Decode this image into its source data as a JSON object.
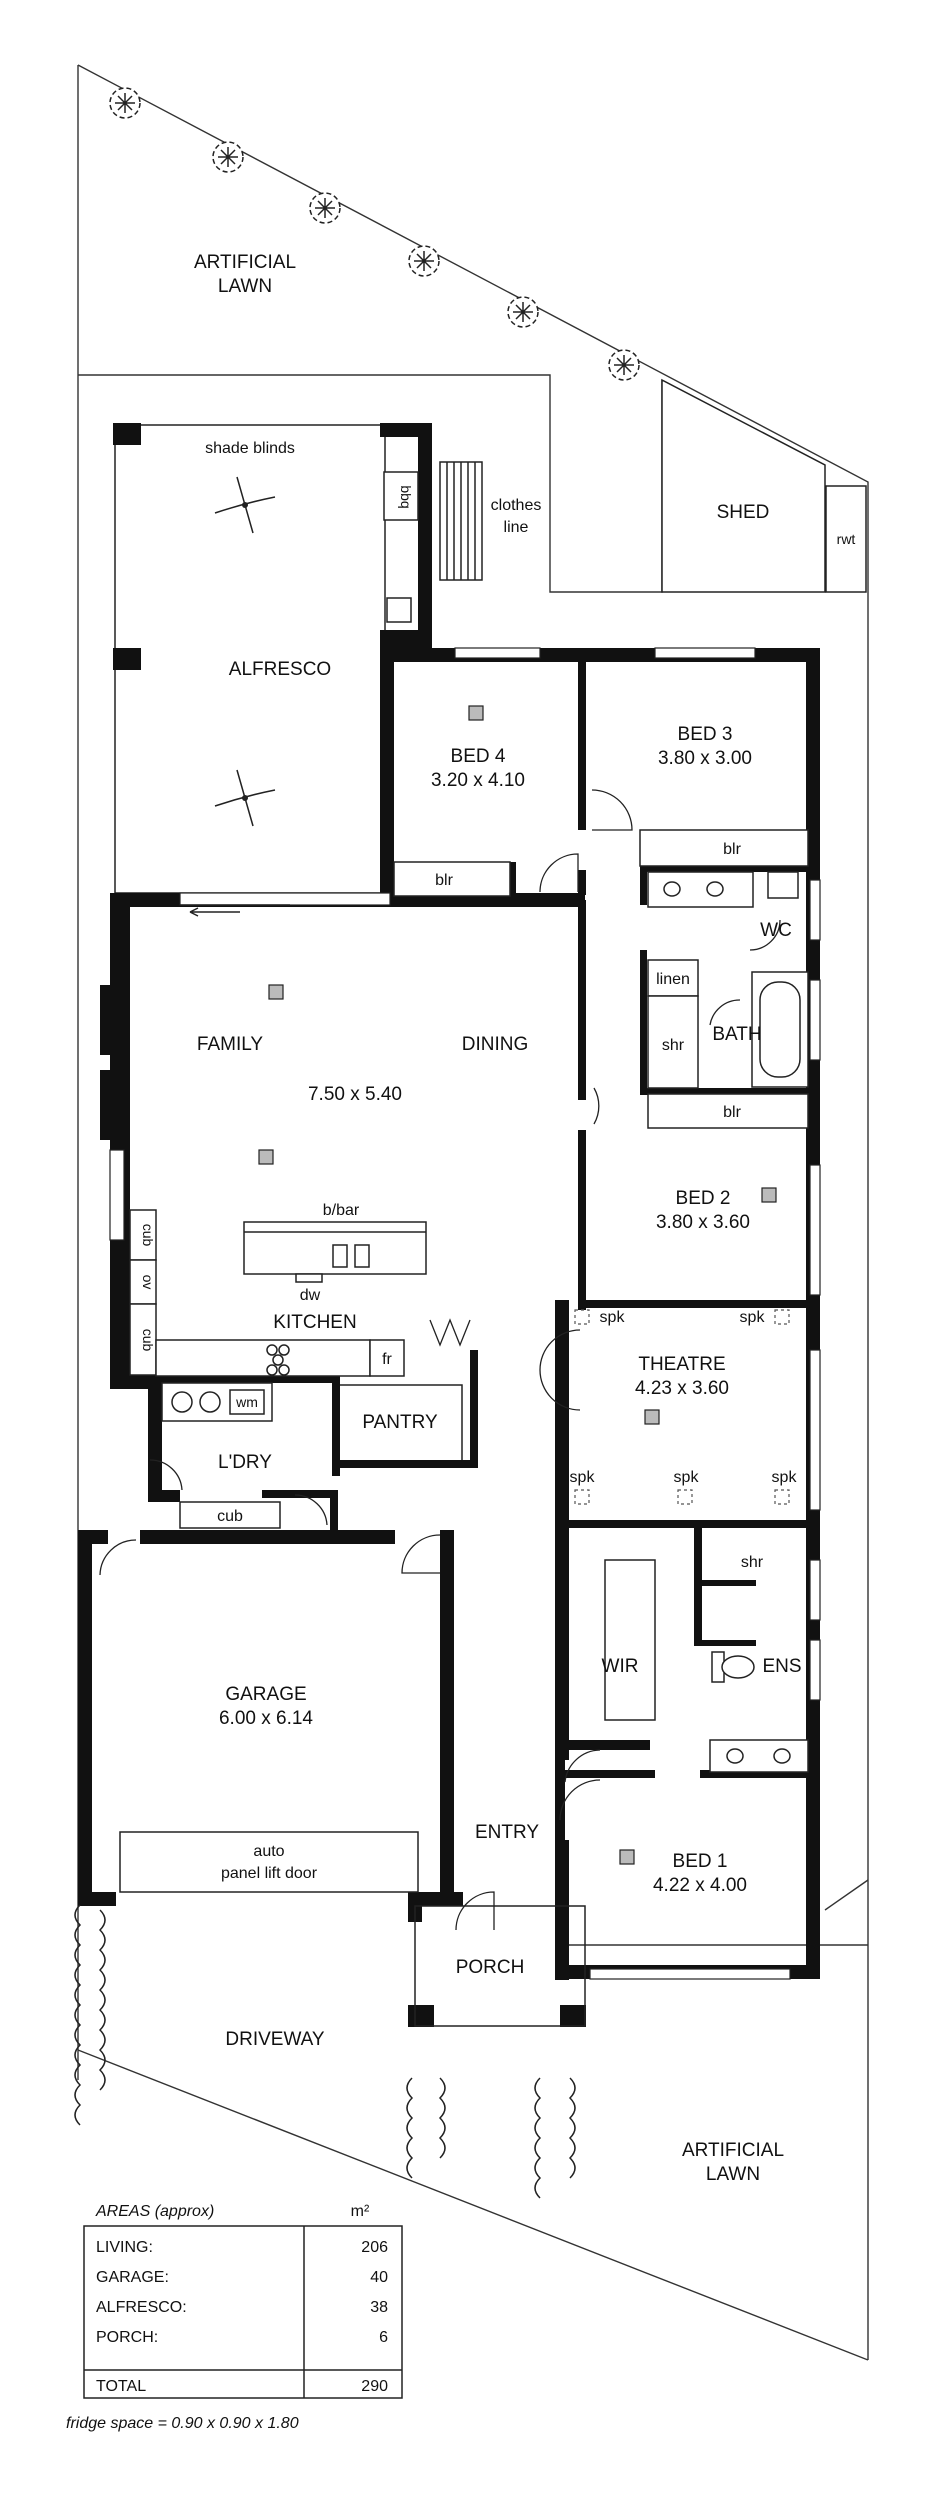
{
  "site": {
    "artificial_lawn_top": [
      "ARTIFICIAL",
      "LAWN"
    ],
    "artificial_lawn_bottom": [
      "ARTIFICIAL",
      "LAWN"
    ],
    "shed": "SHED",
    "rwt": "rwt",
    "clothes_line": [
      "clothes",
      "line"
    ],
    "driveway": "DRIVEWAY"
  },
  "rooms": {
    "alfresco": "ALFRESCO",
    "shade_blinds": "shade blinds",
    "bbq": "bbq",
    "bed4": {
      "name": "BED 4",
      "size": "3.20 x 4.10"
    },
    "bed3": {
      "name": "BED 3",
      "size": "3.80 x 3.00"
    },
    "bed2": {
      "name": "BED 2",
      "size": "3.80 x 3.60"
    },
    "bed1": {
      "name": "BED 1",
      "size": "4.22 x 4.00"
    },
    "family": "FAMILY",
    "dining": "DINING",
    "family_size": "7.50 x 5.40",
    "kitchen": "KITCHEN",
    "bbar": "b/bar",
    "dw": "dw",
    "fr": "fr",
    "cub": "cub",
    "ov": "ov",
    "pantry": "PANTRY",
    "ldry": "L'DRY",
    "wm": "wm",
    "wc": "WC",
    "linen": "linen",
    "shr": "shr",
    "bath": "BATH",
    "blr": "blr",
    "theatre": {
      "name": "THEATRE",
      "size": "4.23 x 3.60"
    },
    "spk": "spk",
    "wir": "WIR",
    "ens": "ENS",
    "entry": "ENTRY",
    "porch": "PORCH",
    "garage": {
      "name": "GARAGE",
      "size": "6.00 x 6.14"
    },
    "garage_door": [
      "auto",
      "panel lift door"
    ]
  },
  "areas": {
    "title": "AREAS (approx)",
    "unit": "m²",
    "rows": [
      {
        "label": "LIVING:",
        "value": "206"
      },
      {
        "label": "GARAGE:",
        "value": "40"
      },
      {
        "label": "ALFRESCO:",
        "value": "38"
      },
      {
        "label": "PORCH:",
        "value": "6"
      }
    ],
    "total_label": "TOTAL",
    "total_value": "290"
  },
  "note": "fridge space = 0.90 x 0.90 x 1.80"
}
